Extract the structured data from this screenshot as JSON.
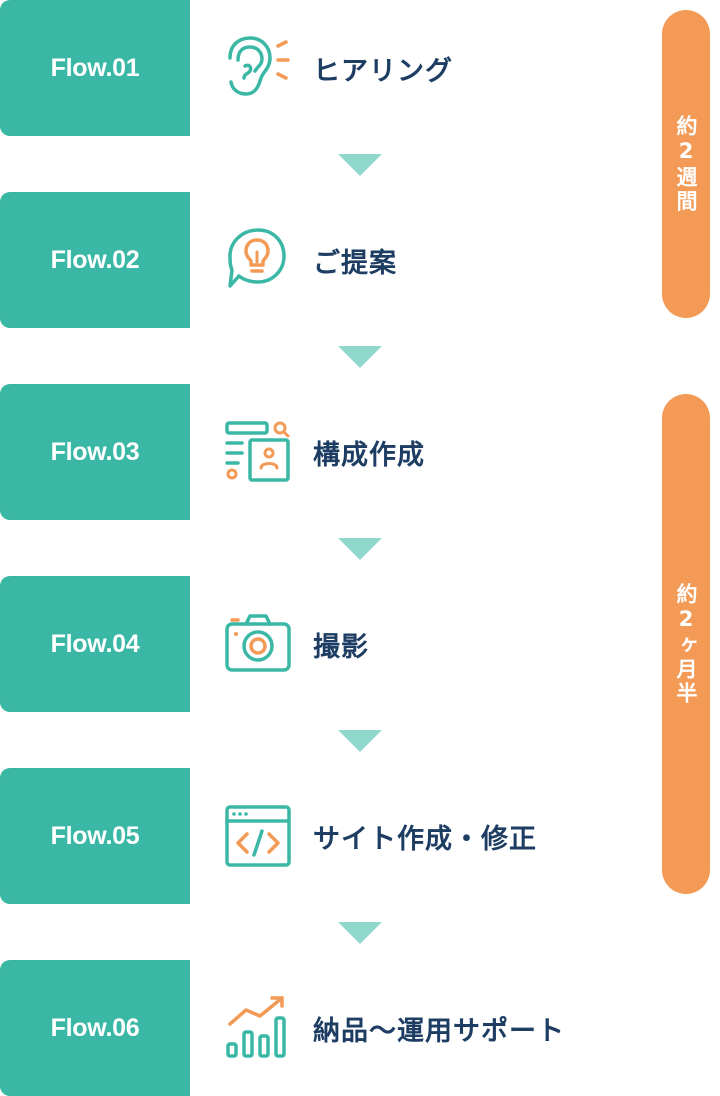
{
  "flows": [
    {
      "label": "Flow.01",
      "title": "ヒアリング",
      "icon": "ear-icon"
    },
    {
      "label": "Flow.02",
      "title": "ご提案",
      "icon": "lightbulb-speech-icon"
    },
    {
      "label": "Flow.03",
      "title": "構成作成",
      "icon": "wireframe-layout-icon"
    },
    {
      "label": "Flow.04",
      "title": "撮影",
      "icon": "camera-icon"
    },
    {
      "label": "Flow.05",
      "title": "サイト作成・修正",
      "icon": "code-browser-icon"
    },
    {
      "label": "Flow.06",
      "title": "納品〜運用サポート",
      "icon": "growth-chart-icon"
    }
  ],
  "periods": [
    {
      "label": "約2週間"
    },
    {
      "label": "約2ヶ月半"
    }
  ],
  "colors": {
    "teal": "#3bb8a5",
    "arrow": "#8fd6cb",
    "orange": "#f29a56",
    "navy": "#1d3d63"
  }
}
